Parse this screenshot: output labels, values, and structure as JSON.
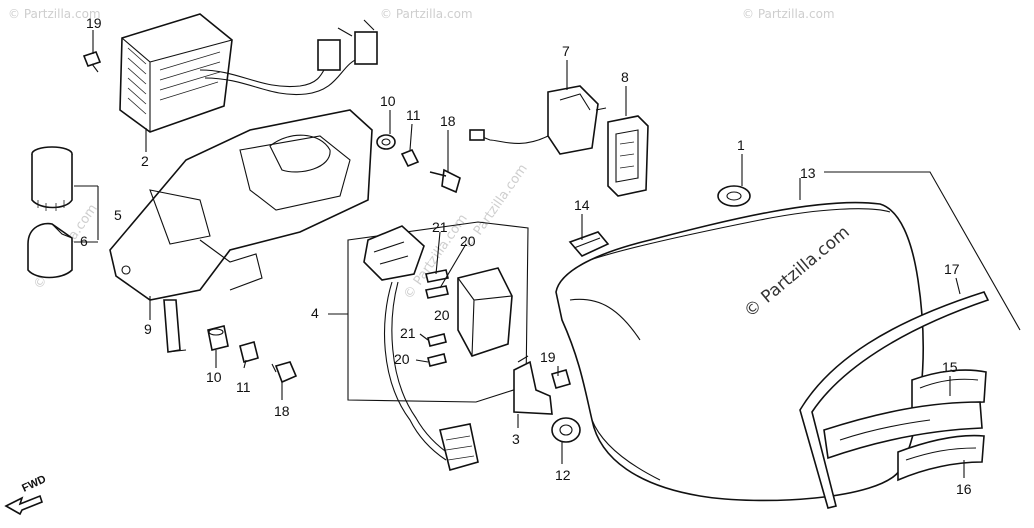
{
  "watermark": {
    "main_text": "© Partzilla.com",
    "faint_text": "© Partzilla.com"
  },
  "direction_marker": {
    "label": "FWD"
  },
  "callouts": [
    {
      "id": "c19a",
      "label": "19"
    },
    {
      "id": "c2",
      "label": "2"
    },
    {
      "id": "c5",
      "label": "5"
    },
    {
      "id": "c6",
      "label": "6"
    },
    {
      "id": "c9",
      "label": "9"
    },
    {
      "id": "c10a",
      "label": "10"
    },
    {
      "id": "c11a",
      "label": "11"
    },
    {
      "id": "c18a",
      "label": "18"
    },
    {
      "id": "c7",
      "label": "7"
    },
    {
      "id": "c8",
      "label": "8"
    },
    {
      "id": "c1",
      "label": "1"
    },
    {
      "id": "c13",
      "label": "13"
    },
    {
      "id": "c14",
      "label": "14"
    },
    {
      "id": "c21a",
      "label": "21"
    },
    {
      "id": "c20a",
      "label": "20"
    },
    {
      "id": "c20b",
      "label": "20"
    },
    {
      "id": "c4",
      "label": "4"
    },
    {
      "id": "c21b",
      "label": "21"
    },
    {
      "id": "c20c",
      "label": "20"
    },
    {
      "id": "c10b",
      "label": "10"
    },
    {
      "id": "c11b",
      "label": "11"
    },
    {
      "id": "c18b",
      "label": "18"
    },
    {
      "id": "c19b",
      "label": "19"
    },
    {
      "id": "c3",
      "label": "3"
    },
    {
      "id": "c12",
      "label": "12"
    },
    {
      "id": "c17",
      "label": "17"
    },
    {
      "id": "c15",
      "label": "15"
    },
    {
      "id": "c16",
      "label": "16"
    }
  ]
}
